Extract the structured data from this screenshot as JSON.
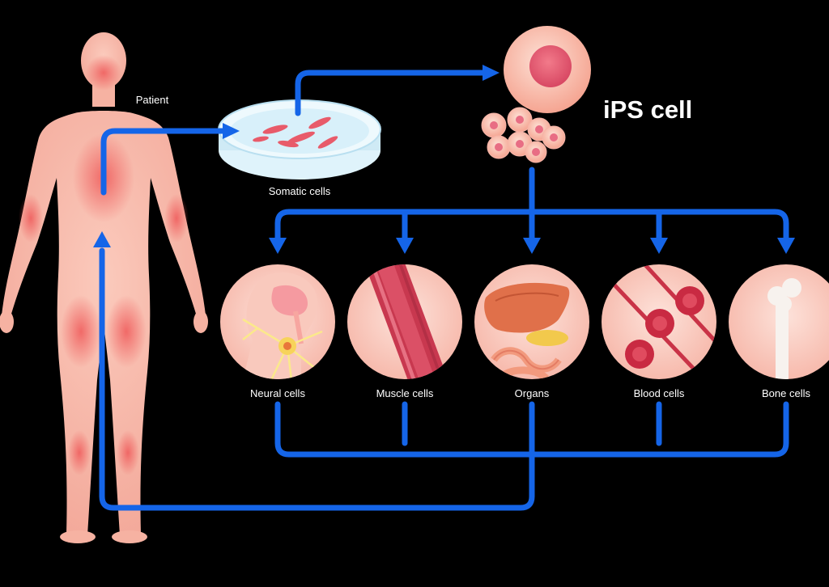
{
  "title": "iPS cell",
  "labels": {
    "patient": "Patient",
    "somatic": "Somatic cells",
    "neural": "Neural cells",
    "muscle": "Muscle cells",
    "organs": "Organs",
    "blood": "Blood cells",
    "bone": "Bone cells"
  },
  "colors": {
    "background": "#000000",
    "arrow": "#1565e8",
    "skin": "#f7b8a8",
    "skin_highlight": "#f26d6d",
    "text": "#ffffff"
  }
}
